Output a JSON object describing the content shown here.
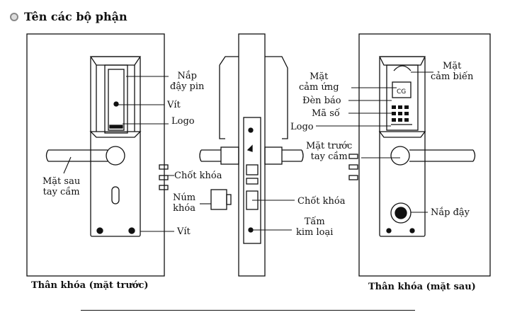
{
  "title": "Tên các bộ phận",
  "front": {
    "caption": "Thân khóa (mặt trước)",
    "labels": {
      "battery_cover_1": "Nắp",
      "battery_cover_2": "đậy pin",
      "screw_top": "Vít",
      "logo": "Logo",
      "handle_back_1": "Mặt sau",
      "handle_back_2": "tay cầm",
      "latch": "Chốt khóa",
      "knob_1": "Núm",
      "knob_2": "khóa",
      "screw_bottom": "Vít"
    }
  },
  "side": {
    "labels": {
      "latch": "Chốt khóa",
      "plate_1": "Tấm",
      "plate_2": "kim loại"
    }
  },
  "back": {
    "caption": "Thân khóa (mặt sau)",
    "labels": {
      "sensor_1": "Mặt",
      "sensor_2": "cảm biến",
      "touch_1": "Mặt",
      "touch_2": "cảm ứng",
      "indicator": "Đèn báo",
      "code": "Mã số",
      "logo": "Logo",
      "handle_front_1": "Mặt trước",
      "handle_front_2": "tay cầm",
      "cover": "Nắp đậy"
    }
  }
}
